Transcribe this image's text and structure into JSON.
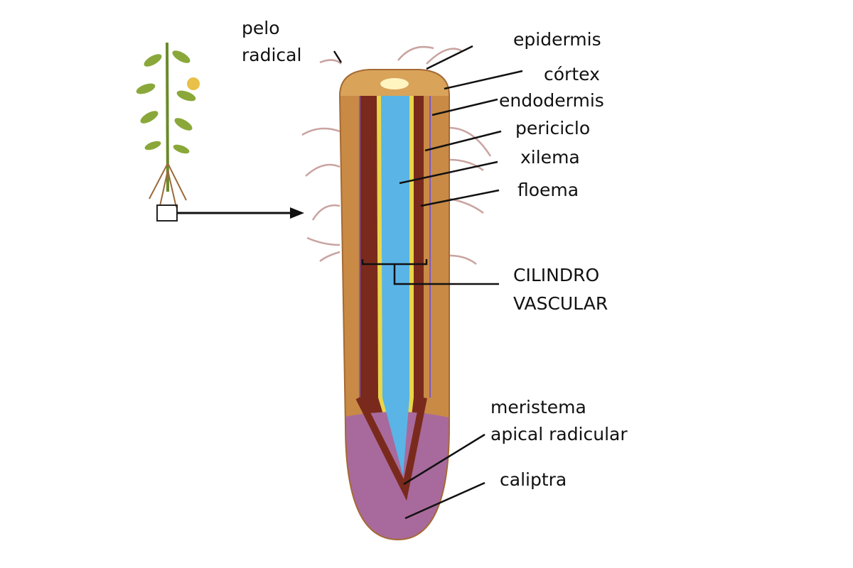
{
  "labels": {
    "pelo_radical_1": "pelo",
    "pelo_radical_2": "radical",
    "epidermis": "epidermis",
    "cortex": "córtex",
    "endodermis": "endodermis",
    "periciclo": "periciclo",
    "xilema": "xilema",
    "floema": "floema",
    "cilindro_1": "CILINDRO",
    "cilindro_2": "VASCULAR",
    "meristema_1": "meristema",
    "meristema_2": "apical radicular",
    "caliptra": "caliptra"
  },
  "colors": {
    "cortex": "#c98a45",
    "phloem": "#6b1a14",
    "xylem": "#5ab4e6",
    "pericycle": "#e8d64a",
    "calyptra": "#a86a9c"
  }
}
